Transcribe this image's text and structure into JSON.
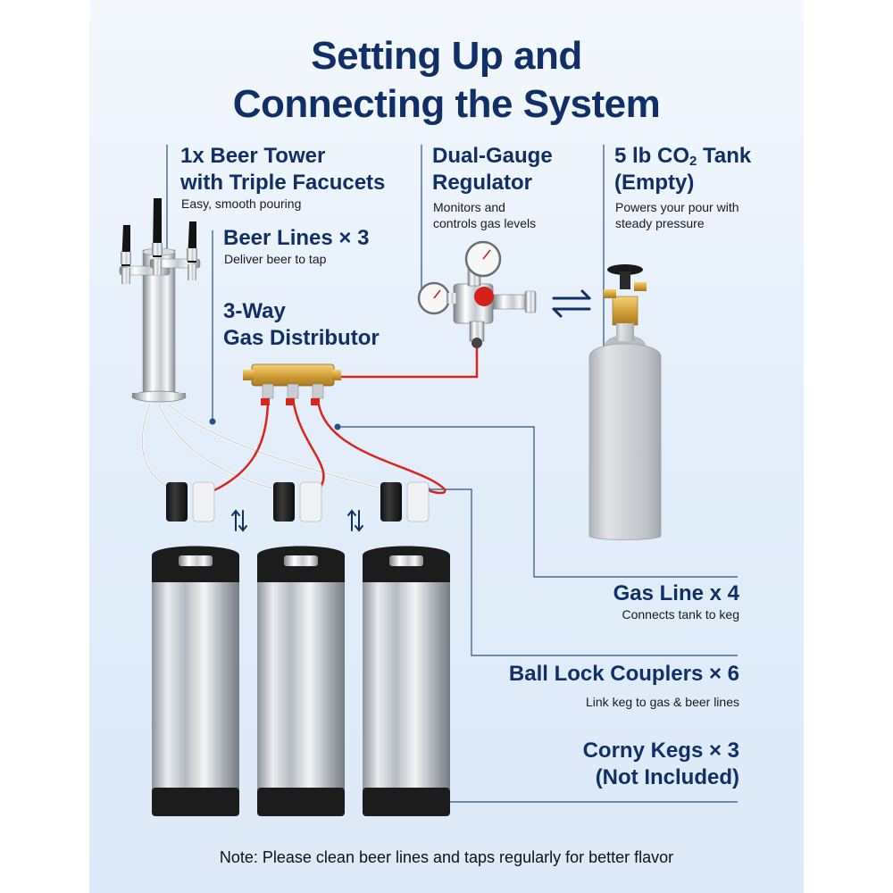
{
  "title": {
    "line1": "Setting Up and",
    "line2": "Connecting the System"
  },
  "labels": {
    "tower": {
      "line1": "1x Beer Tower",
      "line2": "with Triple Facucets",
      "desc": "Easy, smooth pouring"
    },
    "regulator": {
      "line1": "Dual-Gauge",
      "line2": "Regulator",
      "desc1": "Monitors and",
      "desc2": "controls gas levels"
    },
    "tank": {
      "line1_prefix": "5 lb CO",
      "line1_sub": "2",
      "line1_suffix": " Tank",
      "line2": "(Empty)",
      "desc1": "Powers your pour with",
      "desc2": "steady pressure"
    },
    "beer_lines": {
      "line1": "Beer Lines × 3",
      "desc": "Deliver beer to tap"
    },
    "distributor": {
      "line1": "3-Way",
      "line2": "Gas Distributor"
    },
    "gas_line": {
      "line1": "Gas Line x 4",
      "desc": "Connects tank to keg"
    },
    "couplers": {
      "line1": "Ball Lock Couplers × 6",
      "desc": "Link keg to gas & beer lines"
    },
    "kegs": {
      "line1": "Corny Kegs × 3",
      "line2": "(Not Included)"
    }
  },
  "note": "Note: Please clean beer lines and taps regularly for better flavor",
  "icons": {
    "exchange": "swap-arrows-icon",
    "keg_swap": "up-down-arrows-icon"
  },
  "colors": {
    "navy": "#0f2f66",
    "leader": "#2a4f86",
    "gas_line_red": "#d9261c",
    "beer_line_white": "#f4f4f4",
    "brass": "#d4a23a"
  }
}
